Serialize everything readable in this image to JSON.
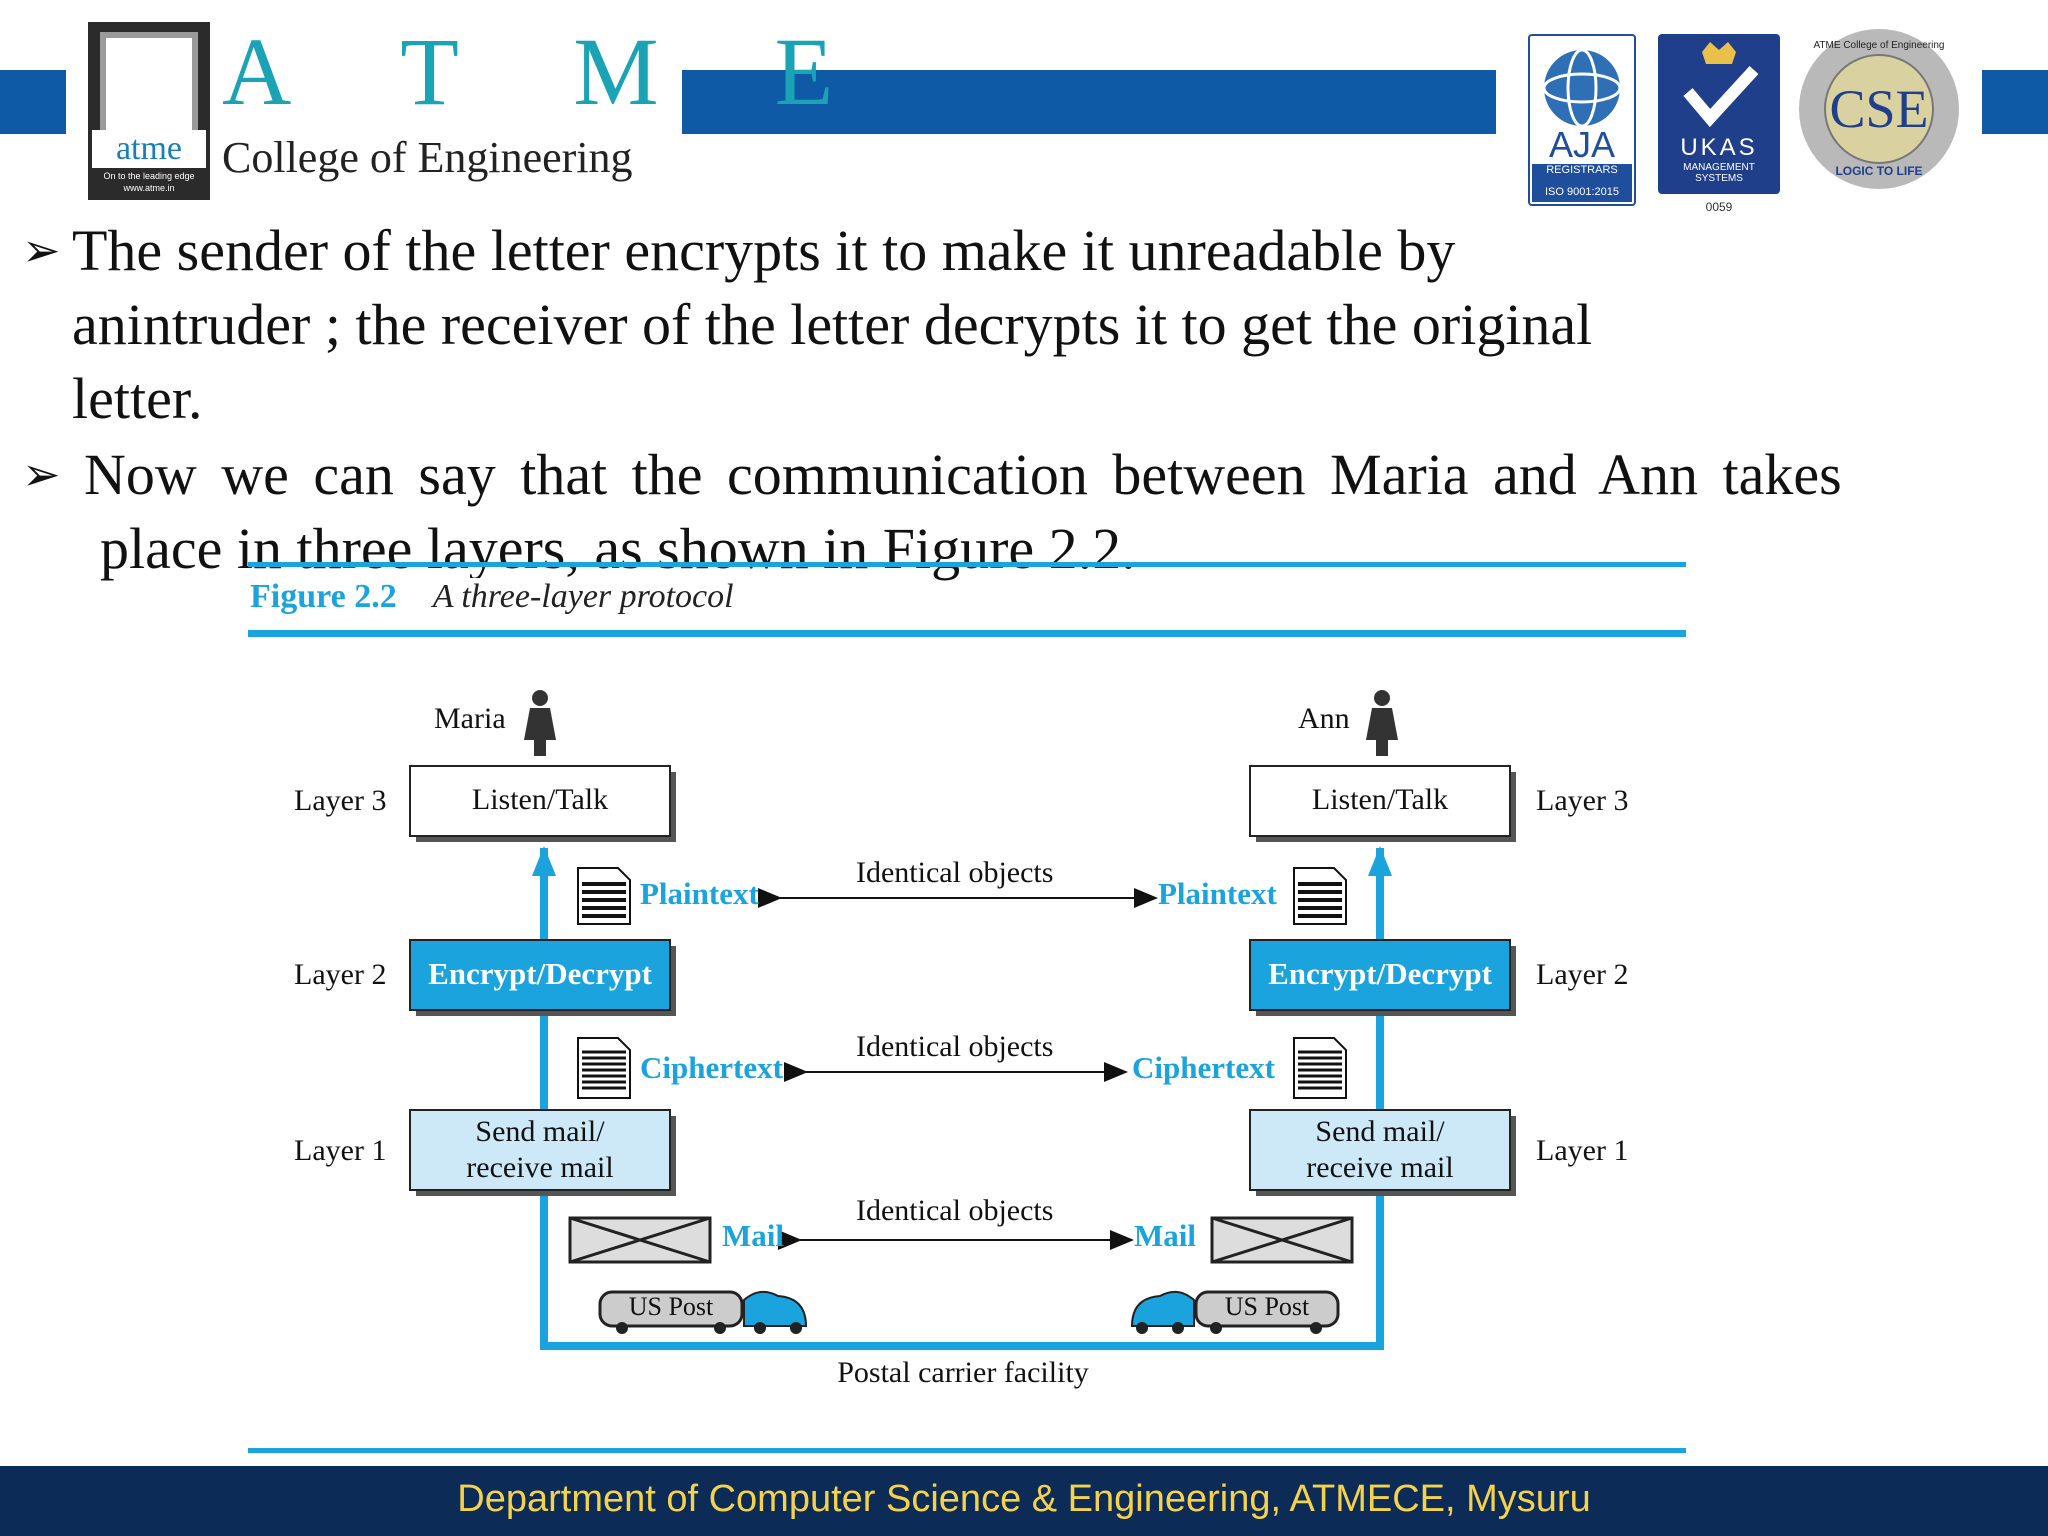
{
  "header": {
    "brand_letters": "A T M E",
    "college_name": "College of Engineering",
    "logo_text": "atme",
    "logo_tagline": "On to the leading edge",
    "logo_url": "www.atme.in",
    "cert_aja": "AJA",
    "cert_aja_sub": "REGISTRARS",
    "cert_aja_iso": "ISO 9001:2015",
    "cert_ukas": "UKAS",
    "cert_ukas_sub": "MANAGEMENT SYSTEMS",
    "cert_ukas_num": "0059",
    "cse_badge": "CSE",
    "cse_ring_top": "ATME College of Engineering",
    "cse_ring_bottom": "LOGIC TO LIFE"
  },
  "bullets": [
    {
      "line1": "The sender of the letter encrypts it to make it unreadable by",
      "line2": "anintruder ;  the receiver of the letter decrypts it to get the original",
      "line3": "letter."
    },
    {
      "line1": "Now we can say that the communication between Maria and Ann takes",
      "line2": "place in three layers, as shown in Figure 2.2."
    }
  ],
  "figure": {
    "number": "Figure 2.2",
    "caption": "A three-layer protocol",
    "left_person": "Maria",
    "right_person": "Ann",
    "layers": {
      "l3": "Layer 3",
      "l2": "Layer 2",
      "l1": "Layer 1"
    },
    "boxes": {
      "listen": "Listen/Talk",
      "encrypt": "Encrypt/Decrypt",
      "send_line1": "Send mail/",
      "send_line2": "receive mail"
    },
    "objects": {
      "plaintext": "Plaintext",
      "ciphertext": "Ciphertext",
      "mail": "Mail",
      "identical": "Identical objects"
    },
    "truck_label": "US Post",
    "facility": "Postal carrier facility"
  },
  "footer": {
    "text": "Department of Computer Science & Engineering, ATMECE, Mysuru"
  },
  "colors": {
    "accent": "#1aa3dd",
    "header_bar": "#0e5aa6",
    "footer_bg": "#0c2c57",
    "footer_text": "#f5d24b"
  }
}
